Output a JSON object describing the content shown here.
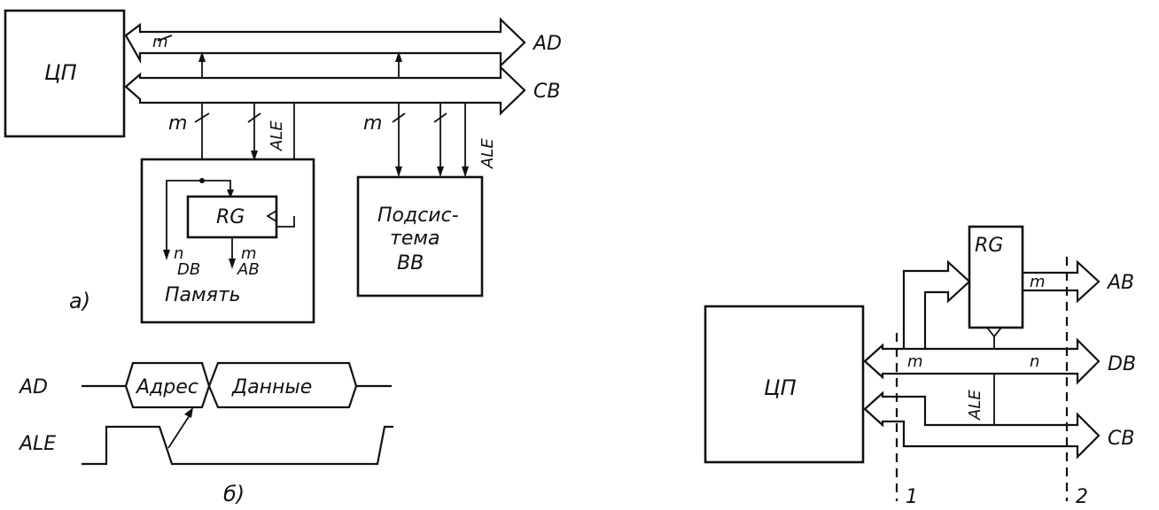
{
  "diagram_a": {
    "cpu_label": "ЦП",
    "bus_ad_label": "AD",
    "bus_cb_label": "CB",
    "bus_width_label_top": "m",
    "mem_width_m": "m",
    "mem_ale": "ALE",
    "io_width_m": "m",
    "io_ale": "ALE",
    "rg_label": "RG",
    "db_n": "n",
    "db_label": "DB",
    "ab_m": "m",
    "ab_label": "AB",
    "memory_label": "Память",
    "io_line1": "Подсис-",
    "io_line2": "тема",
    "io_line3": "ВВ",
    "caption": "а)"
  },
  "diagram_b": {
    "ad_label": "AD",
    "ale_label": "ALE",
    "address_label": "Адрес",
    "data_label": "Данные",
    "caption": "б)"
  },
  "diagram_c": {
    "cpu_label": "ЦП",
    "rg_label": "RG",
    "ab_label": "AB",
    "db_label": "DB",
    "cb_label": "CB",
    "ab_m": "m",
    "db_m": "m",
    "db_n": "n",
    "ale_label": "ALE",
    "marker_1": "1",
    "marker_2": "2"
  }
}
